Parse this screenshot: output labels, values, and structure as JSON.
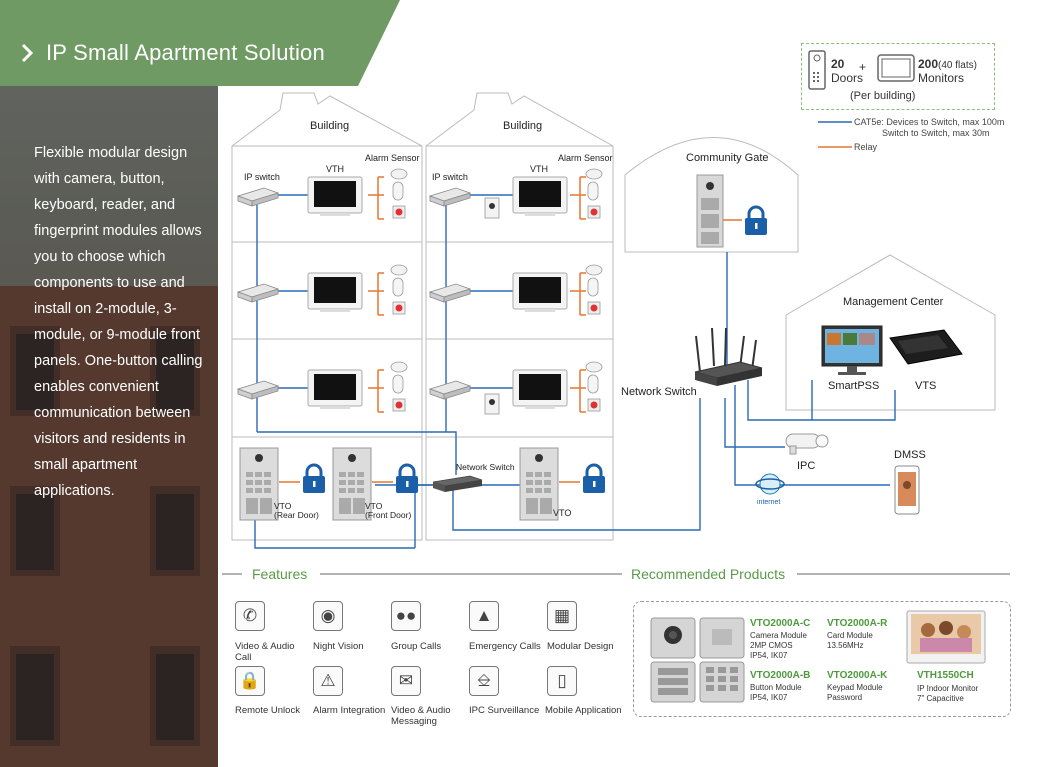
{
  "header": {
    "title": "IP Small Apartment Solution"
  },
  "intro_text": "Flexible modular design with camera, button, keyboard, reader, and fingerprint modules allows you to choose which components to use and install on 2-module, 3-module, or 9-module front panels. One-button calling enables convenient communication between visitors and residents in small apartment applications.",
  "legend": {
    "doors_count": "20",
    "doors_label": "Doors",
    "plus": "+",
    "monitors_count": "200",
    "monitors_note": "(40 flats)",
    "monitors_label": "Monitors",
    "per_building": "(Per building)",
    "cable_label": "CAT5e: Devices to Switch, max 100m",
    "cable_label2": "Switch to Switch, max 30m",
    "relay_label": "Relay",
    "cable_color": "#2a6ab5",
    "relay_color": "#e6762e"
  },
  "diagram": {
    "building_left": "Building",
    "building_right": "Building",
    "ip_switch_left": "IP switch",
    "ip_switch_right": "IP switch",
    "vth_left": "VTH",
    "vth_right": "VTH",
    "alarm_left": "Alarm Sensor",
    "alarm_right": "Alarm Sensor",
    "vto_rear": "VTO",
    "vto_rear_sub": "(Rear Door)",
    "vto_front": "VTO",
    "vto_front_sub": "(Front Door)",
    "network_switch_small": "Network Switch",
    "vto_right": "VTO",
    "community_gate": "Community Gate",
    "management_center": "Management Center",
    "smartpss": "SmartPSS",
    "vts": "VTS",
    "network_switch": "Network Switch",
    "ipc": "IPC",
    "dmss": "DMSS",
    "internet": "internet"
  },
  "features": {
    "heading": "Features",
    "items": [
      {
        "label": "Video & Audio Call",
        "icon": "phone-icon"
      },
      {
        "label": "Night Vision",
        "icon": "eye-icon"
      },
      {
        "label": "Group Calls",
        "icon": "group-icon"
      },
      {
        "label": "Emergency Calls",
        "icon": "siren-icon"
      },
      {
        "label": "Modular Design",
        "icon": "modules-icon"
      },
      {
        "label": "Remote Unlock",
        "icon": "lock-icon"
      },
      {
        "label": "Alarm Integration",
        "icon": "warning-icon"
      },
      {
        "label": "Video & Audio Messaging",
        "icon": "chat-icon"
      },
      {
        "label": "IPC Surveillance",
        "icon": "camera-icon"
      },
      {
        "label": "Mobile Application",
        "icon": "mobile-icon"
      }
    ]
  },
  "products": {
    "heading": "Recommended Products",
    "items": [
      {
        "name": "VTO2000A-C",
        "desc": "Camera Module\n2MP CMOS\nIP54, IK07"
      },
      {
        "name": "VTO2000A-R",
        "desc": "Card Module\n13.56MHz"
      },
      {
        "name": "VTO2000A-B",
        "desc": "Button Module\nIP54, IK07"
      },
      {
        "name": "VTO2000A-K",
        "desc": "Keypad Module\nPassword"
      },
      {
        "name": "VTH1550CH",
        "desc": "IP Indoor Monitor\n7\" Capacitive"
      }
    ]
  },
  "colors": {
    "accent_green": "#6f9a63",
    "link_blue": "#2a6ab5",
    "relay_orange": "#e6762e",
    "product_green": "#4e9a3c"
  }
}
